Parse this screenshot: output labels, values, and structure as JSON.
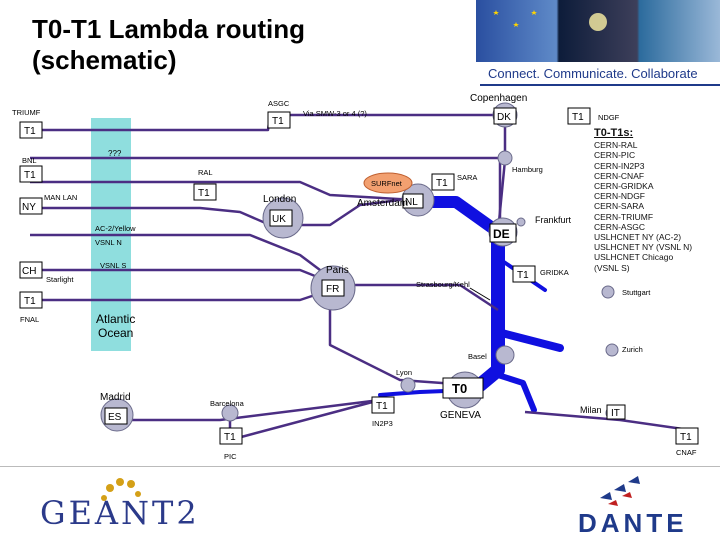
{
  "title": "T0-T1  Lambda routing\n(schematic)",
  "tagline": "Connect. Communicate. Collaborate",
  "tier1_list": {
    "heading": "T0-T1s:",
    "items": [
      "CERN-RAL",
      "CERN-PIC",
      "CERN-IN2P3",
      "CERN-CNAF",
      "CERN-GRIDKA",
      "CERN-NDGF",
      "CERN-SARA",
      "CERN-TRIUMF",
      "CERN-ASGC",
      "USLHCNET NY (AC-2)",
      "USLHCNET NY (VSNL N)",
      "USLHCNET Chicago",
      "(VSNL S)"
    ]
  },
  "labels": {
    "copenhagen": "Copenhagen",
    "asgc": "ASGC",
    "via": "Via SMW-3 or 4 (?)",
    "dk": "DK",
    "ndgf": "NDGF",
    "triumf": "TRIUMF",
    "bnl": "BNL",
    "qqq": "???",
    "ral": "RAL",
    "surfnet": "SURFnet",
    "sara": "SARA",
    "hamburg": "Hamburg",
    "ny": "NY",
    "manlan": "MAN LAN",
    "london": "London",
    "amsterdam": "Amsterdam",
    "nl": "NL",
    "uk": "UK",
    "frankfurt": "Frankfurt",
    "de": "DE",
    "ac2": "AC-2/Yellow",
    "vsnln": "VSNL N",
    "vsnls": "VSNL S",
    "ch": "CH",
    "starlight": "Starlight",
    "paris": "Paris",
    "fr": "FR",
    "strasbourg": "Strasbourg/Kehl",
    "gridka": "GRIDKA",
    "stuttgart": "Stuttgart",
    "fnal": "FNAL",
    "atlantic": "Atlantic\nOcean",
    "zurich": "Zurich",
    "basel": "Basel",
    "lyon": "Lyon",
    "t0": "T0",
    "madrid": "Madrid",
    "barcelona": "Barcelona",
    "es": "ES",
    "in2p3": "IN2P3",
    "geneva": "GENEVA",
    "milan": "Milan",
    "it": "IT",
    "pic": "PIC",
    "cnaf": "CNAF",
    "t1": "T1"
  },
  "logos": {
    "geant": "GEANT2",
    "dante": "DANTE"
  },
  "colors": {
    "backbone": "#1010e0",
    "circuit": "#4b2e83",
    "node_fill": "#b8b8d0",
    "ocean": "#8fdede"
  }
}
